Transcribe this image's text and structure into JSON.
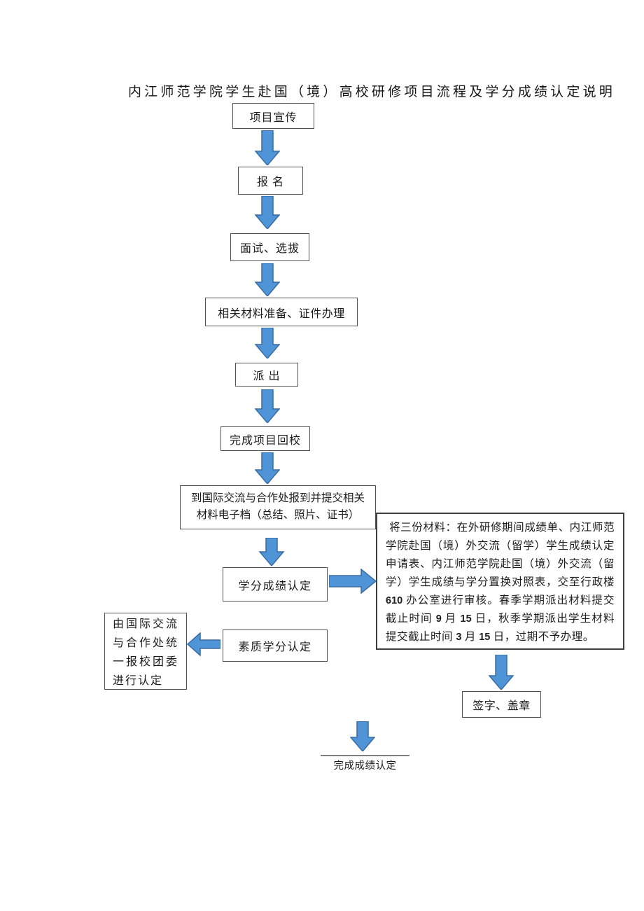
{
  "title": "内江师范学院学生赴国（境）高校研修项目流程及学分成绩认定说明",
  "flow": {
    "promotion": "项目宣传",
    "signup": "报 名",
    "interview": "面试、选拔",
    "materials": "相关材料准备、证件办理",
    "dispatch": "派 出",
    "return_school": "完成项目回校",
    "report": "到国际交流与合作处报到并提交相关材料电子档（总结、照片、证书）",
    "credit": "学分成绩认定",
    "quality_credit": "素质学分认定",
    "league": "由国际交流与合作处统一报校团委进行认定",
    "note": "将三份材料：在外研修期间成绩单、内江师范学院赴国（境）外交流（留学）学生成绩认定申请表、内江师范学院赴国（境）外交流（留学）学生成绩与学分置换对照表，交至行政楼 610 办公室进行审核。春季学期派出材料提交截止时间 9 月 15 日，秋季学期派出学生材料提交截止时间 3 月 15 日，过期不予办理。",
    "sign_seal": "签字、盖章",
    "complete": "完成成绩认定"
  },
  "colors": {
    "arrow_fill": "#4f94d6",
    "arrow_stroke": "#3a6da3",
    "box_border": "#525252"
  }
}
